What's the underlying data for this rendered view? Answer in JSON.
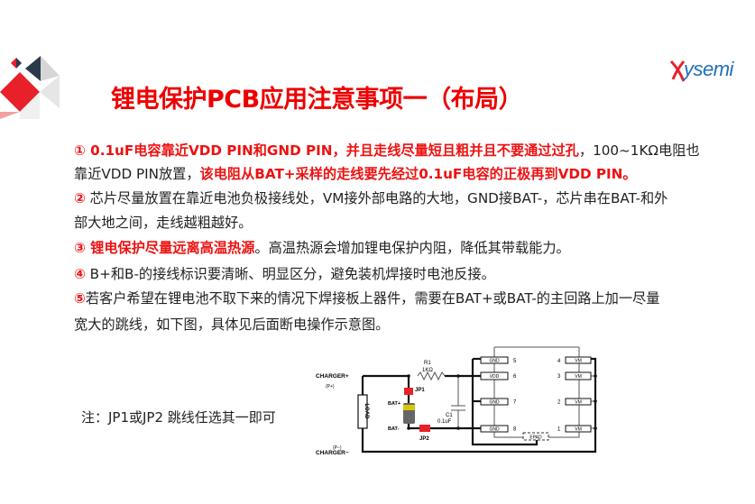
{
  "slide": {
    "title": "锂电保护PCB应用注意事项一（布局）",
    "logo_text": "ysemi",
    "points": [
      {
        "num": "①",
        "red": " 0.1uF电容靠近VDD PIN和GND PIN，并且走线尽量短且粗并且不要通过过孔",
        "rest": "，100~1KΩ电阻也"
      },
      {
        "cont": "靠近VDD PIN放置，",
        "red": "该电阻从BAT+采样的走线要先经过0.1uF电容的正极再到VDD PIN。"
      },
      {
        "num": "②",
        "rest": " 芯片尽量放置在靠近电池负极接线处，VM接外部电路的大地，GND接BAT-，芯片串在BAT-和外"
      },
      {
        "cont": "部大地之间，走线越粗越好。"
      },
      {
        "num": "③",
        "red": " 锂电保护尽量远离高温热源",
        "rest": "。高温热源会增加锂电保护内阻，降低其带载能力。"
      },
      {
        "num": "④",
        "rest": " B+和B-的接线标识要清晰、明显区分，避免装机焊接时电池反接。"
      },
      {
        "num": "⑤",
        "rest": "若客户希望在锂电池不取下来的情况下焊接板上器件，需要在BAT+或BAT-的主回路上加一尽量"
      },
      {
        "cont": "宽大的跳线，如下图，具体见后面断电操作示意图。"
      }
    ],
    "note": "注：JP1或JP2 跳线任选其一即可"
  },
  "circuit": {
    "charger_plus": "CHARGER+",
    "p_plus": "(P+)",
    "charger_minus": "CHARGER−",
    "p_minus": "(P−)",
    "load": "LOAD",
    "r1": "R1",
    "r1_value": "1KΩ",
    "c1": "C1",
    "c1_value": "0.1uF",
    "jp1": "JP1",
    "jp2": "JP2",
    "bat_plus": "BAT+",
    "bat_minus": "BAT-",
    "epad": "EPAD",
    "left_pins": [
      {
        "name": "GND",
        "num": "5"
      },
      {
        "name": "VDD",
        "num": "6"
      },
      {
        "name": "GND",
        "num": "7"
      },
      {
        "name": "GND",
        "num": "8"
      }
    ],
    "right_pins": [
      {
        "name": "VM",
        "num": "4"
      },
      {
        "name": "VM",
        "num": "3"
      },
      {
        "name": "VM",
        "num": "2"
      },
      {
        "name": "VM",
        "num": "1"
      }
    ]
  },
  "colors": {
    "title": "#ee0000",
    "emphasis": "#ee1111",
    "logo": "#1e6fb5",
    "jumper": "#e8202a"
  }
}
